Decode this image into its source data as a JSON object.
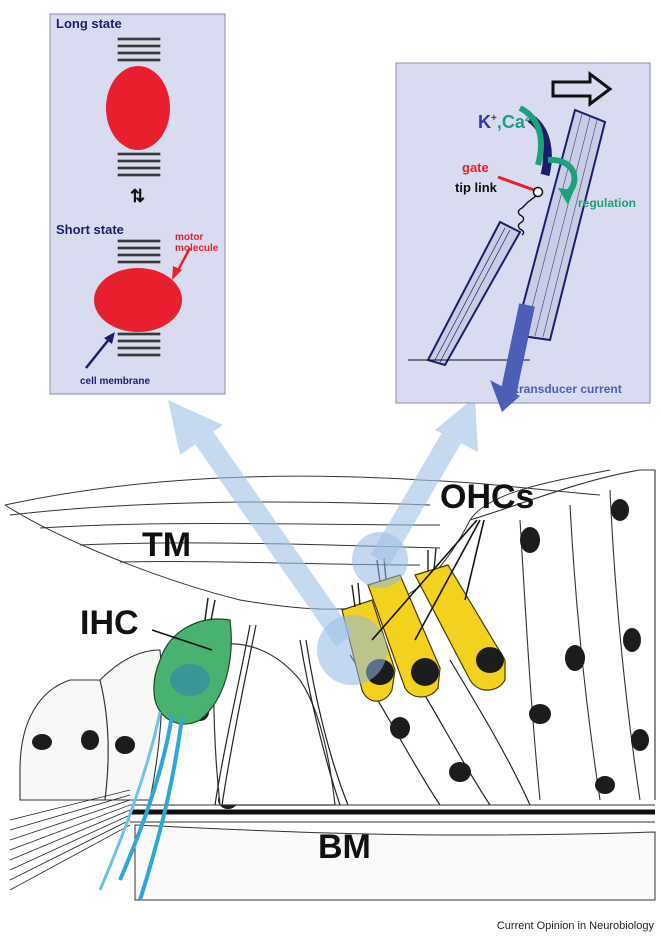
{
  "left_panel": {
    "long_state": "Long state",
    "short_state": "Short state",
    "motor_molecule": "motor\nmolecule",
    "cell_membrane": "cell membrane",
    "equilibrium_symbol": "⇅"
  },
  "right_panel": {
    "ion_k": "K",
    "ion_k_sup": "+",
    "ion_ca": ",Ca",
    "ion_ca_sup": "2+",
    "gate": "gate",
    "tip_link": "tip link",
    "regulation": "regulation",
    "transducer_current": "transducer current"
  },
  "anatomy": {
    "ohcs": "OHCs",
    "tm": "TM",
    "ihc": "IHC",
    "bm": "BM"
  },
  "credit": "Current Opinion in Neurobiology",
  "colors": {
    "panel_bg": "#d9dcf0",
    "motor_red": "#e8202e",
    "navy": "#1b1f6b",
    "teal": "#1aa37a",
    "ohc_yellow": "#f2d21e",
    "ihc_green": "#3fa86a",
    "arrow_blue": "#9fc3e8"
  }
}
